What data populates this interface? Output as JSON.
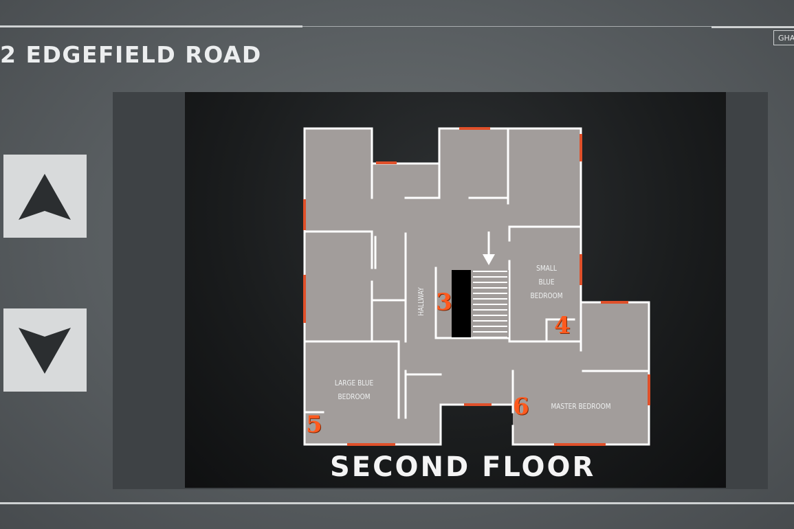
{
  "header": {
    "address": "2 EDGEFIELD ROAD",
    "corner_tab": "GHA"
  },
  "navigation": {
    "up_icon": "triangle-up-icon",
    "down_icon": "triangle-down-icon"
  },
  "map": {
    "floor_name": "SECOND FLOOR",
    "rooms": {
      "hallway": "HALLWAY",
      "small_blue_bedroom": "SMALL BLUE BEDROOM",
      "large_blue_bedroom": "LARGE BLUE BEDROOM",
      "master_bedroom": "MASTER BEDROOM"
    },
    "markers": {
      "m3": "3",
      "m4": "4",
      "m5": "5",
      "m6": "6"
    },
    "stairs_arrow_icon": "arrow-down-icon"
  },
  "colors": {
    "floor": "#a29d9b",
    "wall": "#ffffff",
    "door_accent": "#e0502a",
    "marker": "#ff5a1e",
    "background_dark": "#1a1c1d"
  }
}
